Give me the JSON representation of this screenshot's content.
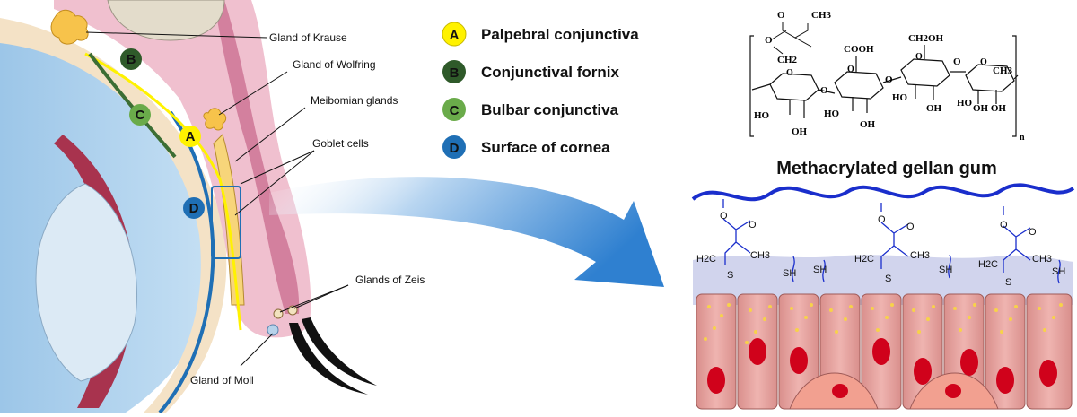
{
  "anatomy_labels": {
    "krause": "Gland of Krause",
    "wolfring": "Gland of Wolfring",
    "meibomian": "Meibomian glands",
    "goblet": "Goblet cells",
    "zeis": "Glands of Zeis",
    "moll": "Gland of Moll"
  },
  "legend": [
    {
      "letter": "A",
      "text": "Palpebral conjunctiva",
      "color": "#fff200",
      "text_color": "#111111"
    },
    {
      "letter": "B",
      "text": "Conjunctival fornix",
      "color": "#2f5a2a",
      "text_color": "#111111"
    },
    {
      "letter": "C",
      "text": "Bulbar conjunctiva",
      "color": "#6aab4a",
      "text_color": "#111111"
    },
    {
      "letter": "D",
      "text": "Surface of cornea",
      "color": "#1f6fb5",
      "text_color": "#111111"
    }
  ],
  "chem": {
    "title": "Methacrylated gellan gum",
    "o": "O",
    "ch3": "CH3",
    "ch2": "CH2",
    "cooh": "COOH",
    "ch2oh": "CH2OH",
    "ho": "HO",
    "oh": "OH",
    "ohoh": "OH OH",
    "n": "n"
  },
  "surface": {
    "o": "O",
    "ch2": "H2C",
    "ch3": "CH3",
    "s": "S",
    "sh": "SH"
  },
  "colors": {
    "polymer": "#1a2ecc",
    "cell": "#e9a3a0",
    "nucleus": "#d0021b",
    "arrow": "#2f80d0"
  }
}
